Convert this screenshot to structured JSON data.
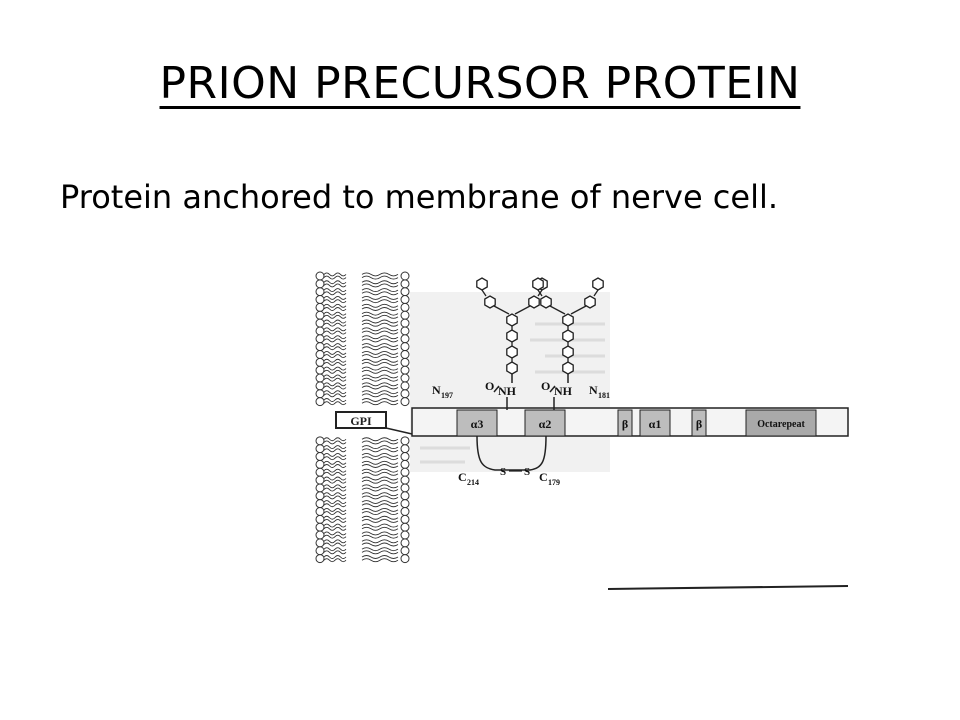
{
  "slide": {
    "title": "PRION PRECURSOR PROTEIN",
    "subtitle": "Protein anchored to membrane of nerve cell."
  },
  "figure": {
    "anchor_label": "GPI",
    "segments": {
      "alpha3": "α3",
      "alpha2": "α2",
      "beta_a": "β",
      "alpha1": "α1",
      "beta_b": "β",
      "octarepeat": "Octarepeat"
    },
    "glycosylation": {
      "site1": {
        "residue": "N",
        "number": "197",
        "group": "O",
        "bond": "NH"
      },
      "site2": {
        "residue": "N",
        "number": "181",
        "group": "O",
        "bond": "NH"
      }
    },
    "disulfide": {
      "cys1": {
        "residue": "C",
        "number": "214"
      },
      "cys2": {
        "residue": "C",
        "number": "179"
      },
      "s1": "S",
      "s2": "S"
    },
    "colors": {
      "segment_fill": "#bdbdbd",
      "octa_fill": "#a9a9a9",
      "line": "#222222"
    }
  }
}
